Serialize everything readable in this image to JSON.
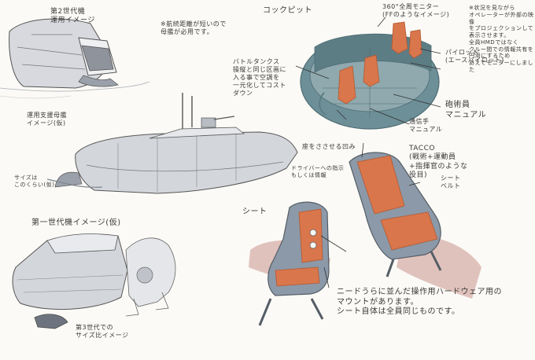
{
  "sketch": {
    "colors": {
      "paper": "#fbfaf6",
      "pencil": "#3a3a3a",
      "gray_shade": "#c9ccd2",
      "dark_shade": "#8e939c",
      "cockpit_teal": "#6d8f97",
      "cockpit_teal_dark": "#4f6d75",
      "seat_orange": "#d9764b",
      "seat_orange_dark": "#b25a33",
      "seat_frame": "#8c99a8",
      "shadow_pink": "#d9b4ae"
    },
    "labels": {
      "second_gen_ops": "第2世代機\n運用イメージ",
      "mothership_note": "※航続距離が短いので\n母艦が必用です。",
      "cockpit_title": "コックピット",
      "monitor_360": "360°全周モニター\n(FFのようなイメージ)",
      "right_note": "※状況を見ながら\nオペレーターが外部の映像\nをプロジェクションして\n表示させます。\n全員HMDではなく\nクルー間での情報共有を\n円滑にするため\nあえてモニターにしました",
      "pilot": "パイロット\n(エースパイロット)",
      "battle_tanks": "バトルタンクス\n操縦と同じ区画に\n入る事で空調を\n一元化してコスト\nダウン",
      "gunner": "砲術員\nマニュアル",
      "comm": "通信手\nマニュアル",
      "support_ship": "運用支援母艦\nイメージ(仮)",
      "tacco": "TACCO\n(戦術+運動員\n+指揮官のような\n役目)",
      "size_note": "サイズは\nこのくらい(仮)",
      "recess": "座をささせる凹み",
      "footrest_note": "ドライバーへの指示\nもしくは情報",
      "first_gen": "第一世代機イメージ(仮)",
      "first_gen_size": "第3世代での\nサイズ比イメージ",
      "seat_title": "シート",
      "seat_belt": "シート\nベルト",
      "seat_note": "ニードうらに並んだ操作用ハードウェア用の\nマウントがあります。\nシート自体は全員同じものです。"
    }
  }
}
